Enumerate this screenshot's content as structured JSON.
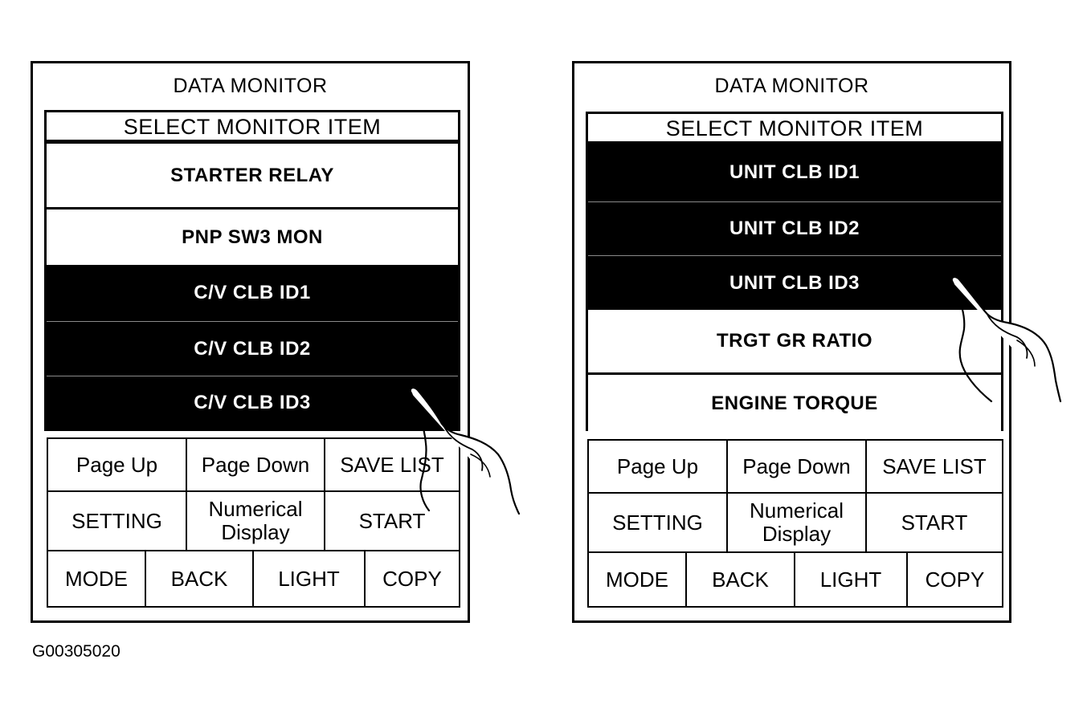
{
  "caption": "G00305020",
  "left_panel": {
    "title": "DATA MONITOR",
    "header": "SELECT MONITOR ITEM",
    "items": [
      {
        "label": "STARTER RELAY",
        "highlighted": false
      },
      {
        "label": "PNP SW3 MON",
        "highlighted": false
      },
      {
        "label": "C/V CLB ID1",
        "highlighted": true
      },
      {
        "label": "C/V CLB ID2",
        "highlighted": true
      },
      {
        "label": "C/V CLB ID3",
        "highlighted": true
      }
    ],
    "buttons": {
      "page_up": "Page Up",
      "page_down": "Page Down",
      "save_list": "SAVE LIST",
      "setting": "SETTING",
      "numerical_display": "Numerical\nDisplay",
      "start": "START",
      "mode": "MODE",
      "back": "BACK",
      "light": "LIGHT",
      "copy": "COPY"
    }
  },
  "right_panel": {
    "title": "DATA MONITOR",
    "header": "SELECT MONITOR ITEM",
    "items": [
      {
        "label": "UNIT CLB ID1",
        "highlighted": true
      },
      {
        "label": "UNIT CLB ID2",
        "highlighted": true
      },
      {
        "label": "UNIT CLB ID3",
        "highlighted": true
      },
      {
        "label": "TRGT GR RATIO",
        "highlighted": false
      },
      {
        "label": "ENGINE TORQUE",
        "highlighted": false
      }
    ],
    "buttons": {
      "page_up": "Page Up",
      "page_down": "Page Down",
      "save_list": "SAVE LIST",
      "setting": "SETTING",
      "numerical_display": "Numerical\nDisplay",
      "start": "START",
      "mode": "MODE",
      "back": "BACK",
      "light": "LIGHT",
      "copy": "COPY"
    }
  },
  "icons": {
    "pointer": "pointing-hand-icon"
  }
}
